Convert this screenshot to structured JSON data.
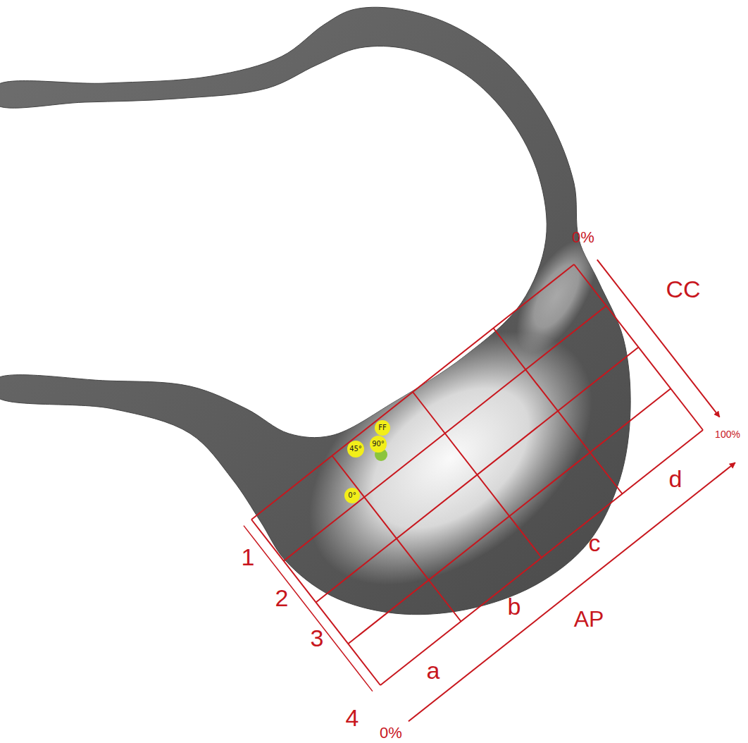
{
  "diagram": {
    "nodes": [
      {
        "text": [
          "FF"
        ]
      },
      {
        "text": [
          "90°"
        ]
      },
      {
        "text": [
          "45°"
        ]
      },
      {
        "text": [
          "0°"
        ]
      }
    ],
    "labels": [
      "0%",
      "CC",
      "100%",
      "1",
      "2",
      "3",
      "4",
      "a",
      "b",
      "c",
      "d",
      "AP",
      "0%"
    ]
  }
}
